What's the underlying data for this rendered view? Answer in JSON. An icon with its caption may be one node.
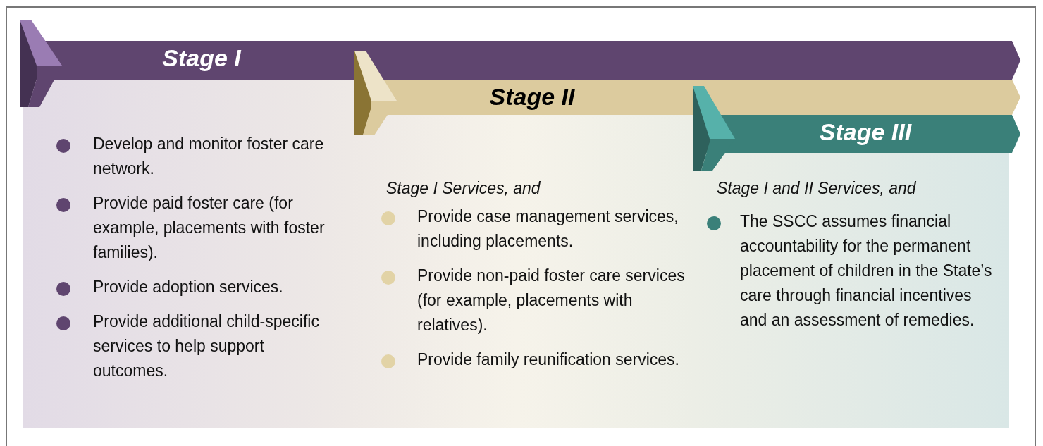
{
  "diagram": {
    "nodes": [
      {
        "text": [
          "Stage I"
        ]
      },
      {
        "text": [
          "Stage II"
        ]
      },
      {
        "text": [
          "Stage III"
        ]
      }
    ],
    "labels": [
      "Develop and monitor foster care network.",
      "Provide paid foster care (for example, placements with foster families).",
      "Provide adoption services.",
      "Provide additional child-specific services to help support outcomes.",
      "Stage I Services, and",
      "Provide case management services, including placements.",
      "Provide non-paid foster care services (for example, placements with relatives).",
      "Provide family reunification services.",
      "Stage I and II Services, and",
      "The SSCC assumes financial accountability for the permanent placement of children in the State’s care through financial incentives and an assessment of remedies."
    ]
  }
}
